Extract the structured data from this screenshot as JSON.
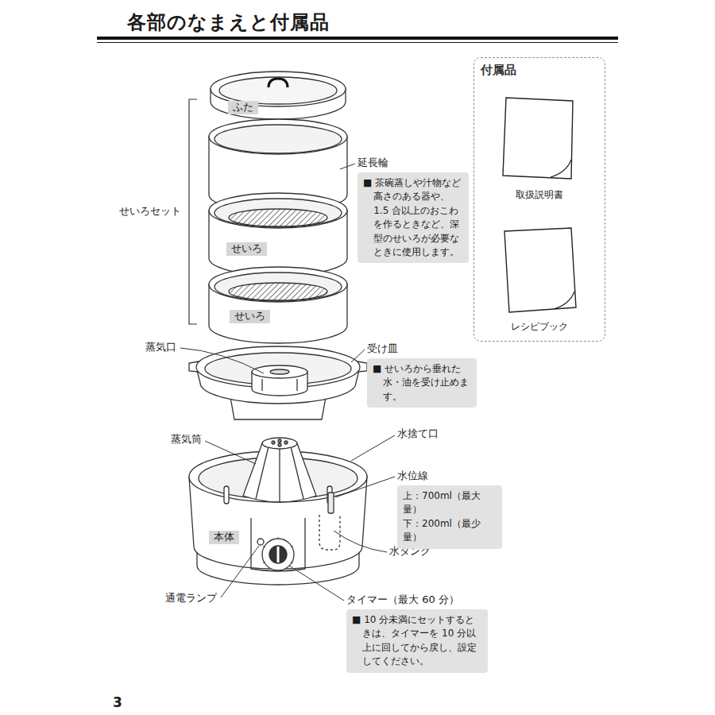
{
  "diagram": {
    "title": "各部のなまえと付属品",
    "nodes": [
      {
        "text": [
          "付属品"
        ]
      },
      {
        "text": [
          "取扱説明書"
        ],
        "in": 0
      },
      {
        "text": [
          "レシピブック"
        ],
        "in": 0
      },
      {
        "text": [
          "延長輪",
          "■ 茶碗蒸しや汁物など高さのある器や、1.5 合以上のおこわを作るときなど、深型のせいろが必要なときに使用します。"
        ]
      },
      {
        "text": [
          "受け皿",
          "■ せいろから垂れた水・油を受け止めます。"
        ]
      },
      {
        "text": [
          "水位線",
          "上：700ml（最大量）",
          "下：200ml（最少量）"
        ]
      },
      {
        "text": [
          "タイマー（最大 60 分）",
          "■ 10 分未満にセットするときは、タイマーを 10 分以上に回してから戻し、設定してください。"
        ]
      }
    ],
    "labels": [
      "せいろセット",
      "ふた",
      "せいろ",
      "せいろ",
      "蒸気口",
      "蒸気筒",
      "水捨て口",
      "本体",
      "水タンク",
      "通電ランプ",
      "3"
    ]
  }
}
